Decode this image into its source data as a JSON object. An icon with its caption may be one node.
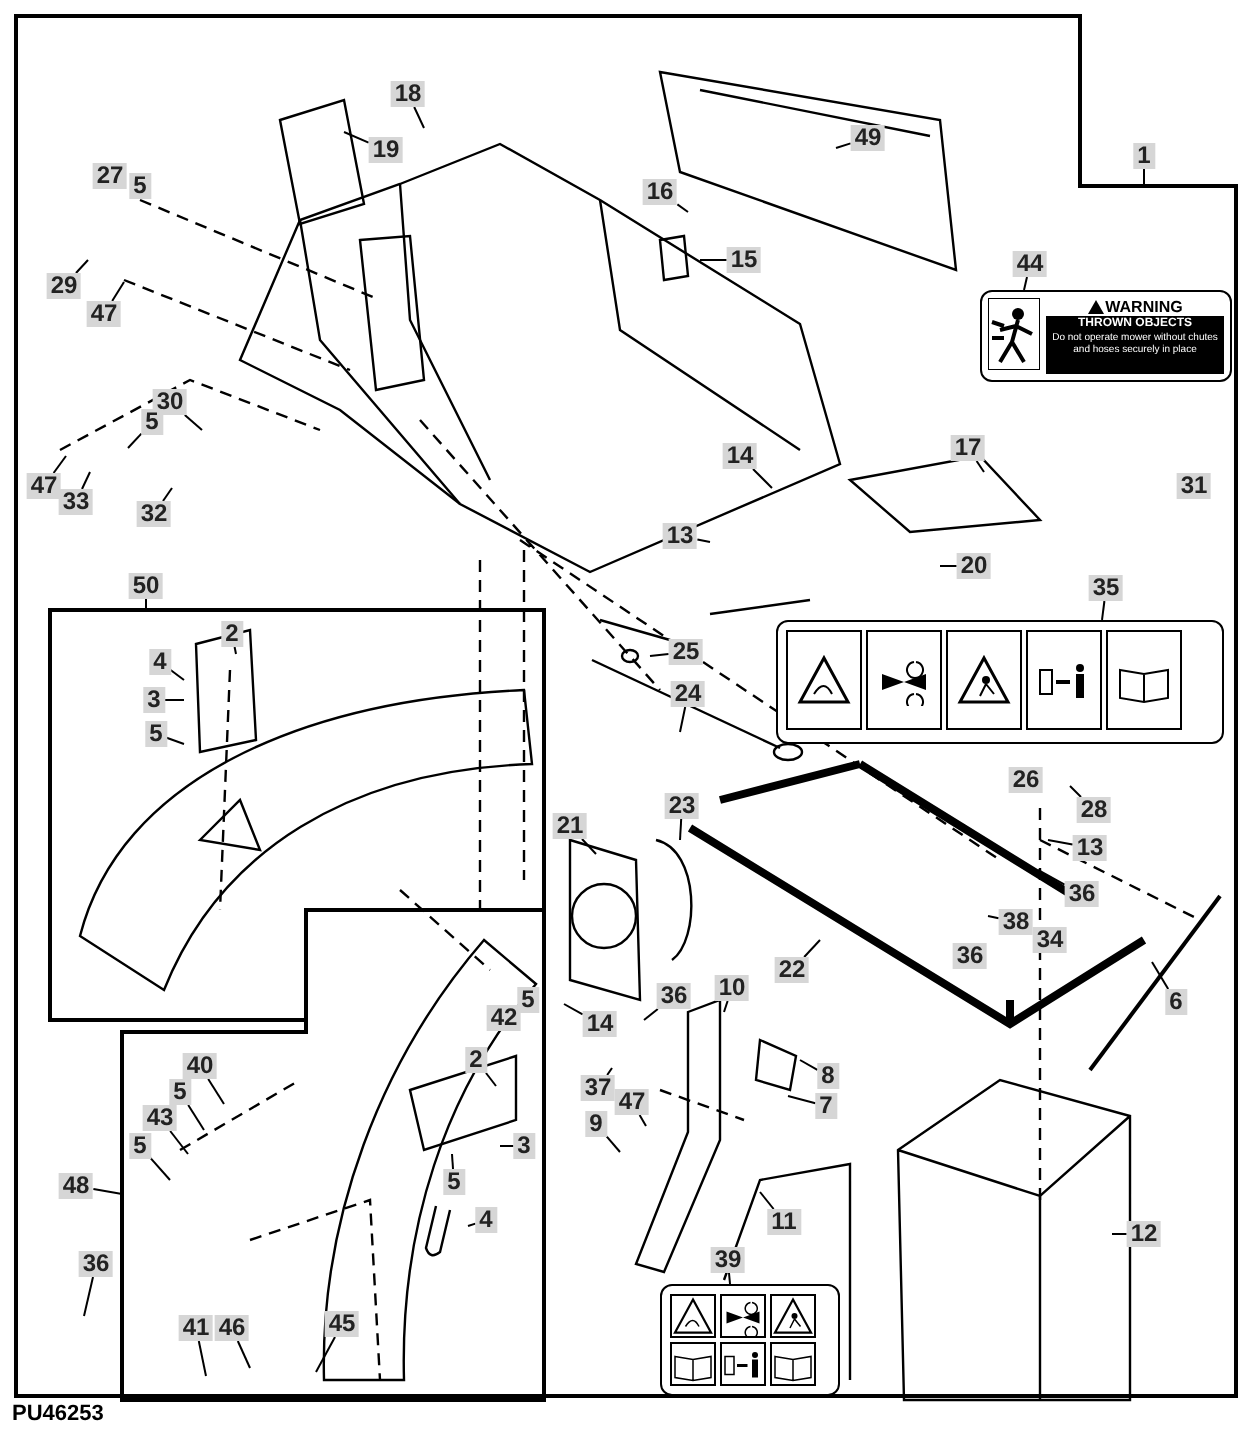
{
  "diagram": {
    "nodes": [
      {
        "text": [],
        "shape": "box"
      },
      {
        "text": [
          "1"
        ],
        "in": 0
      },
      {
        "text": [
          "18"
        ],
        "in": 0
      },
      {
        "text": [
          "19"
        ],
        "in": 0
      },
      {
        "text": [
          "49"
        ],
        "in": 0
      },
      {
        "text": [
          "27"
        ],
        "in": 0
      },
      {
        "text": [
          "5"
        ],
        "in": 0
      },
      {
        "text": [
          "16"
        ],
        "in": 0
      },
      {
        "text": [
          "29"
        ],
        "in": 0
      },
      {
        "text": [
          "47"
        ],
        "in": 0
      },
      {
        "text": [
          "15"
        ],
        "in": 0
      },
      {
        "text": [
          "WARNING",
          "THROWN OBJECTS",
          "Do not operate mower without chutes and hoses securely in place"
        ],
        "in": 0
      },
      {
        "text": [
          "44"
        ],
        "in": 0
      },
      {
        "text": [
          "31"
        ],
        "in": 0
      },
      {
        "text": [
          "30"
        ],
        "in": 0
      },
      {
        "text": [
          "5"
        ],
        "in": 0
      },
      {
        "text": [
          "47"
        ],
        "in": 0
      },
      {
        "text": [
          "33"
        ],
        "in": 0
      },
      {
        "text": [
          "32"
        ],
        "in": 0
      },
      {
        "text": [
          "14"
        ],
        "in": 0
      },
      {
        "text": [
          "17"
        ],
        "in": 0
      },
      {
        "text": [
          "13"
        ],
        "in": 0
      },
      {
        "text": [
          "20"
        ],
        "in": 0
      },
      {
        "text": [
          "50"
        ],
        "in": 0
      },
      {
        "text": [],
        "shape": "box",
        "in": 0
      },
      {
        "text": [
          "2"
        ],
        "in": 24
      },
      {
        "text": [
          "4"
        ],
        "in": 24
      },
      {
        "text": [
          "3"
        ],
        "in": 24
      },
      {
        "text": [
          "5"
        ],
        "in": 24
      },
      {
        "text": [
          "35"
        ],
        "in": 0
      },
      {
        "text": [],
        "shape": "box",
        "in": 0
      },
      {
        "text": [
          "25"
        ],
        "in": 0
      },
      {
        "text": [
          "24"
        ],
        "in": 0
      },
      {
        "text": [
          "21"
        ],
        "in": 0
      },
      {
        "text": [
          "23"
        ],
        "in": 0
      },
      {
        "text": [
          "26"
        ],
        "in": 0
      },
      {
        "text": [
          "28"
        ],
        "in": 0
      },
      {
        "text": [
          "13"
        ],
        "in": 0
      },
      {
        "text": [
          "36"
        ],
        "in": 0
      },
      {
        "text": [
          "38"
        ],
        "in": 0
      },
      {
        "text": [
          "34"
        ],
        "in": 0
      },
      {
        "text": [
          "36"
        ],
        "in": 0
      },
      {
        "text": [
          "22"
        ],
        "in": 0
      },
      {
        "text": [
          "14"
        ],
        "in": 0
      },
      {
        "text": [
          "36"
        ],
        "in": 0
      },
      {
        "text": [
          "10"
        ],
        "in": 0
      },
      {
        "text": [
          "8"
        ],
        "in": 0
      },
      {
        "text": [
          "7"
        ],
        "in": 0
      },
      {
        "text": [
          "6"
        ],
        "in": 0
      },
      {
        "text": [
          "37"
        ],
        "in": 0
      },
      {
        "text": [
          "47"
        ],
        "in": 0
      },
      {
        "text": [
          "9"
        ],
        "in": 0
      },
      {
        "text": [
          "11"
        ],
        "in": 0
      },
      {
        "text": [
          "12"
        ],
        "in": 0
      },
      {
        "text": [
          "39"
        ],
        "in": 0
      },
      {
        "text": [],
        "shape": "box",
        "in": 0
      },
      {
        "text": [
          "48"
        ],
        "in": 0
      },
      {
        "text": [],
        "shape": "box",
        "in": 0
      },
      {
        "text": [
          "42"
        ],
        "in": 57
      },
      {
        "text": [
          "5"
        ],
        "in": 57
      },
      {
        "text": [
          "2"
        ],
        "in": 57
      },
      {
        "text": [
          "3"
        ],
        "in": 57
      },
      {
        "text": [
          "5"
        ],
        "in": 57
      },
      {
        "text": [
          "4"
        ],
        "in": 57
      },
      {
        "text": [
          "40"
        ],
        "in": 57
      },
      {
        "text": [
          "5"
        ],
        "in": 57
      },
      {
        "text": [
          "43"
        ],
        "in": 57
      },
      {
        "text": [
          "5"
        ],
        "in": 57
      },
      {
        "text": [
          "36"
        ],
        "in": 0
      },
      {
        "text": [
          "41"
        ],
        "in": 57
      },
      {
        "text": [
          "46"
        ],
        "in": 57
      },
      {
        "text": [
          "45"
        ],
        "in": 57
      }
    ],
    "edges": [
      {
        "from": 1,
        "to": 0,
        "arrow": "none"
      },
      {
        "from": 2,
        "to": null,
        "arrow": "none"
      },
      {
        "from": 3,
        "to": null,
        "arrow": "none"
      },
      {
        "from": 4,
        "to": null,
        "arrow": "none"
      },
      {
        "from": 7,
        "to": null,
        "arrow": "none"
      },
      {
        "from": 8,
        "to": null,
        "arrow": "none"
      },
      {
        "from": 9,
        "to": null,
        "arrow": "none"
      },
      {
        "from": 10,
        "to": null,
        "arrow": "none"
      },
      {
        "from": 12,
        "to": 11,
        "arrow": "none"
      },
      {
        "from": 14,
        "to": null,
        "arrow": "none"
      },
      {
        "from": 15,
        "to": null,
        "arrow": "none"
      },
      {
        "from": 16,
        "to": null,
        "arrow": "none"
      },
      {
        "from": 17,
        "to": null,
        "arrow": "none"
      },
      {
        "from": 18,
        "to": null,
        "arrow": "none"
      },
      {
        "from": 19,
        "to": null,
        "arrow": "none"
      },
      {
        "from": 20,
        "to": null,
        "arrow": "none"
      },
      {
        "from": 21,
        "to": null,
        "arrow": "none"
      },
      {
        "from": 22,
        "to": null,
        "arrow": "none"
      },
      {
        "from": 23,
        "to": 24,
        "arrow": "none"
      },
      {
        "from": 25,
        "to": null,
        "arrow": "none"
      },
      {
        "from": 26,
        "to": null,
        "arrow": "none"
      },
      {
        "from": 27,
        "to": null,
        "arrow": "none"
      },
      {
        "from": 28,
        "to": null,
        "arrow": "none"
      },
      {
        "from": 29,
        "to": 30,
        "arrow": "none"
      },
      {
        "from": 31,
        "to": null,
        "arrow": "none"
      },
      {
        "from": 32,
        "to": null,
        "arrow": "none"
      },
      {
        "from": 33,
        "to": null,
        "arrow": "none"
      },
      {
        "from": 34,
        "to": null,
        "arrow": "none"
      },
      {
        "from": 36,
        "to": null,
        "arrow": "none"
      },
      {
        "from": 37,
        "to": null,
        "arrow": "none"
      },
      {
        "from": 38,
        "to": null,
        "arrow": "none"
      },
      {
        "from": 39,
        "to": null,
        "arrow": "none"
      },
      {
        "from": 42,
        "to": null,
        "arrow": "none"
      },
      {
        "from": 43,
        "to": null,
        "arrow": "none"
      },
      {
        "from": 44,
        "to": null,
        "arrow": "none"
      },
      {
        "from": 45,
        "to": null,
        "arrow": "none"
      },
      {
        "from": 46,
        "to": null,
        "arrow": "none"
      },
      {
        "from": 47,
        "to": null,
        "arrow": "none"
      },
      {
        "from": 48,
        "to": null,
        "arrow": "none"
      },
      {
        "from": 49,
        "to": null,
        "arrow": "none"
      },
      {
        "from": 50,
        "to": null,
        "arrow": "none"
      },
      {
        "from": 51,
        "to": null,
        "arrow": "none"
      },
      {
        "from": 52,
        "to": null,
        "arrow": "none"
      },
      {
        "from": 53,
        "to": null,
        "arrow": "none"
      },
      {
        "from": 54,
        "to": 55,
        "arrow": "none"
      },
      {
        "from": 56,
        "to": 57,
        "arrow": "none"
      },
      {
        "from": 60,
        "to": null,
        "arrow": "none"
      },
      {
        "from": 61,
        "to": null,
        "arrow": "none"
      },
      {
        "from": 62,
        "to": null,
        "arrow": "none"
      },
      {
        "from": 63,
        "to": null,
        "arrow": "none"
      },
      {
        "from": 64,
        "to": null,
        "arrow": "none"
      },
      {
        "from": 65,
        "to": null,
        "arrow": "none"
      },
      {
        "from": 66,
        "to": null,
        "arrow": "none"
      },
      {
        "from": 67,
        "to": null,
        "arrow": "none"
      },
      {
        "from": 68,
        "to": null,
        "arrow": "none"
      },
      {
        "from": 69,
        "to": null,
        "arrow": "none"
      },
      {
        "from": 70,
        "to": null,
        "arrow": "none"
      },
      {
        "from": 71,
        "to": null,
        "arrow": "none"
      }
    ],
    "labels": [
      "PU46253"
    ]
  }
}
